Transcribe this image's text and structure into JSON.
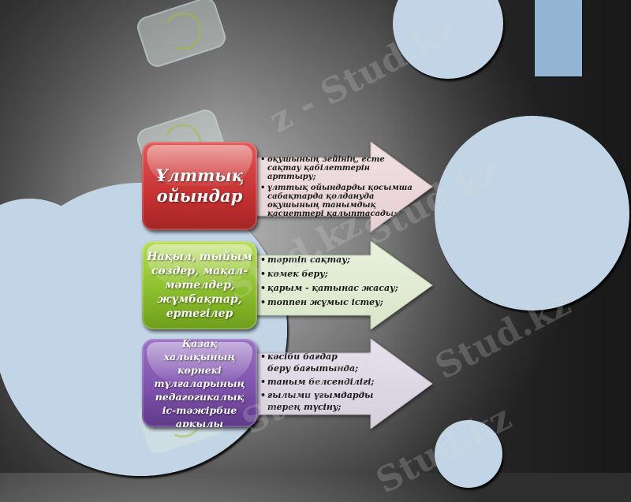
{
  "slide": {
    "background_colors": {
      "center": "#c4c4c4",
      "edge": "#2e2e2e"
    },
    "decor_color": "#c2d5e6",
    "accent_rect_color": "#93b5d4",
    "watermark": "Stud.kz",
    "watermark_alt": "z - Stud.kz"
  },
  "rows": [
    {
      "title": "Ұлттық ойындар",
      "box_color": "#c93434",
      "arrow_color": "#ecd6d8",
      "items": [
        "оқушының зейінің, есте сақтау қабілеттерін арттыру;",
        "ұлттық ойындарды қосымша сабақтарда қолдануда оқушының танымдық қасиеттері қалыптасады;"
      ]
    },
    {
      "title": "Нақыл, тыйым сөздер, мақал-мәтелдер, жұмбақтар, ертегілер",
      "box_color": "#8cbf2e",
      "arrow_color": "#e2ecd6",
      "items": [
        "тәртіп сақтау;",
        "көмек беру;",
        "қарым - қатынас жасау;",
        "топпен жұмыс істеу;"
      ]
    },
    {
      "title": "Қазақ халықының көрнекі тұлғаларының педагогикалық іс-тәжірбие арқылы",
      "box_color": "#7e53ac",
      "arrow_color": "#dcd6e4",
      "items": [
        "кәсіби бағдар беру бағытында;",
        "таным белсенділігі;",
        "ғылыми ұғымдарды терең түсіну;"
      ]
    }
  ]
}
